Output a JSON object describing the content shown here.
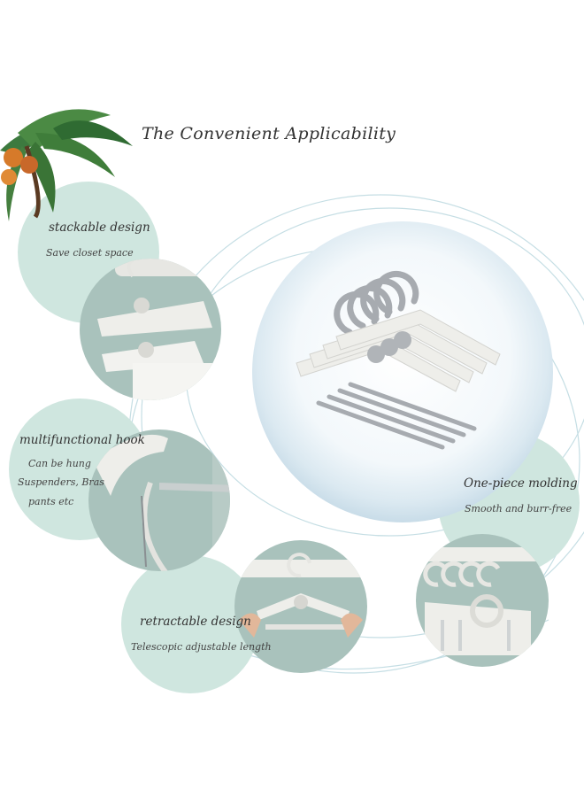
{
  "title": "The Convenient Applicability",
  "features": [
    {
      "heading": "stackable design",
      "lines": [
        "Save closet space"
      ]
    },
    {
      "heading": "multifunctional hook",
      "lines": [
        "Can be hung",
        "Suspenders, Bras",
        "pants etc"
      ]
    },
    {
      "heading": "retractable design",
      "lines": [
        "Telescopic adjustable length"
      ]
    },
    {
      "heading": "One-piece molding",
      "lines": [
        "Smooth and burr-free"
      ]
    }
  ],
  "colors": {
    "mint": "#cfe6df",
    "photo_bg": "#a9c2bc",
    "orbit_line": "#c5dee4",
    "hanger_white": "#eeeeea",
    "hanger_grey": "#a7abb0"
  },
  "icons": [
    "palm-tree-icon",
    "coconut-icon"
  ]
}
